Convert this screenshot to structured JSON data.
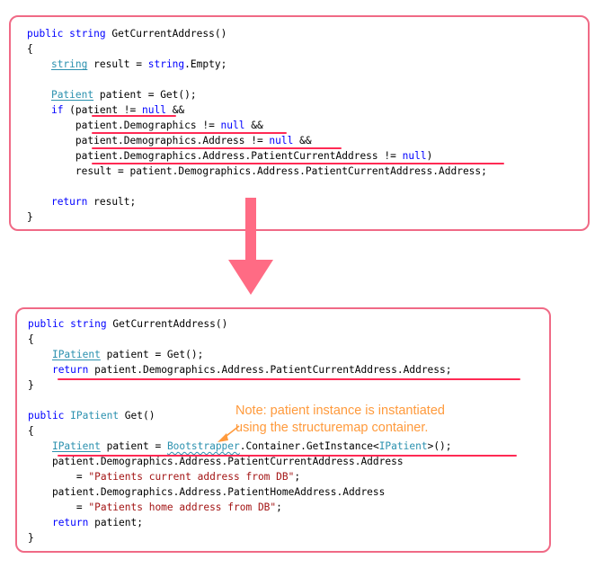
{
  "before": {
    "lines": [
      [
        [
          "kw",
          "public"
        ],
        [
          "t",
          " "
        ],
        [
          "kw",
          "string"
        ],
        [
          "t",
          " GetCurrentAddress()"
        ]
      ],
      [
        [
          "t",
          "{"
        ]
      ],
      [
        [
          "t",
          "    "
        ],
        [
          "tyu",
          "string"
        ],
        [
          "t",
          " result = "
        ],
        [
          "kw",
          "string"
        ],
        [
          "t",
          ".Empty;"
        ]
      ],
      [
        [
          "t",
          ""
        ]
      ],
      [
        [
          "t",
          "    "
        ],
        [
          "tyu",
          "Patient"
        ],
        [
          "t",
          " patient = Get();"
        ]
      ],
      [
        [
          "t",
          "    "
        ],
        [
          "kw",
          "if"
        ],
        [
          "t",
          " (patient != "
        ],
        [
          "kw",
          "null"
        ],
        [
          "t",
          " &&"
        ]
      ],
      [
        [
          "t",
          "        patient.Demographics != "
        ],
        [
          "kw",
          "null"
        ],
        [
          "t",
          " &&"
        ]
      ],
      [
        [
          "t",
          "        patient.Demographics.Address != "
        ],
        [
          "kw",
          "null"
        ],
        [
          "t",
          " &&"
        ]
      ],
      [
        [
          "t",
          "        patient.Demographics.Address.PatientCurrentAddress != "
        ],
        [
          "kw",
          "null"
        ],
        [
          "t",
          ")"
        ]
      ],
      [
        [
          "t",
          "        result = patient.Demographics.Address.PatientCurrentAddress.Address;"
        ]
      ],
      [
        [
          "t",
          ""
        ]
      ],
      [
        [
          "t",
          "    "
        ],
        [
          "kw",
          "return"
        ],
        [
          "t",
          " result;"
        ]
      ],
      [
        [
          "t",
          "}"
        ]
      ]
    ]
  },
  "after": {
    "lines": [
      [
        [
          "kw",
          "public"
        ],
        [
          "t",
          " "
        ],
        [
          "kw",
          "string"
        ],
        [
          "t",
          " GetCurrentAddress()"
        ]
      ],
      [
        [
          "t",
          "{"
        ]
      ],
      [
        [
          "t",
          "    "
        ],
        [
          "tyu",
          "IPatient"
        ],
        [
          "t",
          " patient = Get();"
        ]
      ],
      [
        [
          "t",
          "    "
        ],
        [
          "kw",
          "return"
        ],
        [
          "t",
          " patient.Demographics.Address.PatientCurrentAddress.Address;"
        ]
      ],
      [
        [
          "t",
          "}"
        ]
      ],
      [
        [
          "t",
          ""
        ]
      ],
      [
        [
          "kw",
          "public"
        ],
        [
          "t",
          " "
        ],
        [
          "ty",
          "IPatient"
        ],
        [
          "t",
          " Get()"
        ]
      ],
      [
        [
          "t",
          "{"
        ]
      ],
      [
        [
          "t",
          "    "
        ],
        [
          "tyu",
          "IPatient"
        ],
        [
          "t",
          " patient = "
        ],
        [
          "tys",
          "Bootstrapper"
        ],
        [
          "t",
          ".Container.GetInstance<"
        ],
        [
          "ty",
          "IPatient"
        ],
        [
          "t",
          ">();"
        ]
      ],
      [
        [
          "t",
          "    patient.Demographics.Address.PatientCurrentAddress.Address"
        ]
      ],
      [
        [
          "t",
          "        = "
        ],
        [
          "str",
          "\"Patients current address from DB\""
        ],
        [
          "t",
          ";"
        ]
      ],
      [
        [
          "t",
          "    patient.Demographics.Address.PatientHomeAddress.Address"
        ]
      ],
      [
        [
          "t",
          "        = "
        ],
        [
          "str",
          "\"Patients home address from DB\""
        ],
        [
          "t",
          ";"
        ]
      ],
      [
        [
          "t",
          "    "
        ],
        [
          "kw",
          "return"
        ],
        [
          "t",
          " patient;"
        ]
      ],
      [
        [
          "t",
          "}"
        ]
      ]
    ]
  },
  "note": {
    "line1": "Note: patient instance is instantiated",
    "line2": "using the structuremap container."
  },
  "colors": {
    "panel_border": "#f06a86",
    "arrow": "#ff6b84",
    "highlight": "#ff2a54",
    "keyword": "#0000ff",
    "type": "#2b91af",
    "string": "#a31515",
    "note": "#ff9a3c"
  }
}
